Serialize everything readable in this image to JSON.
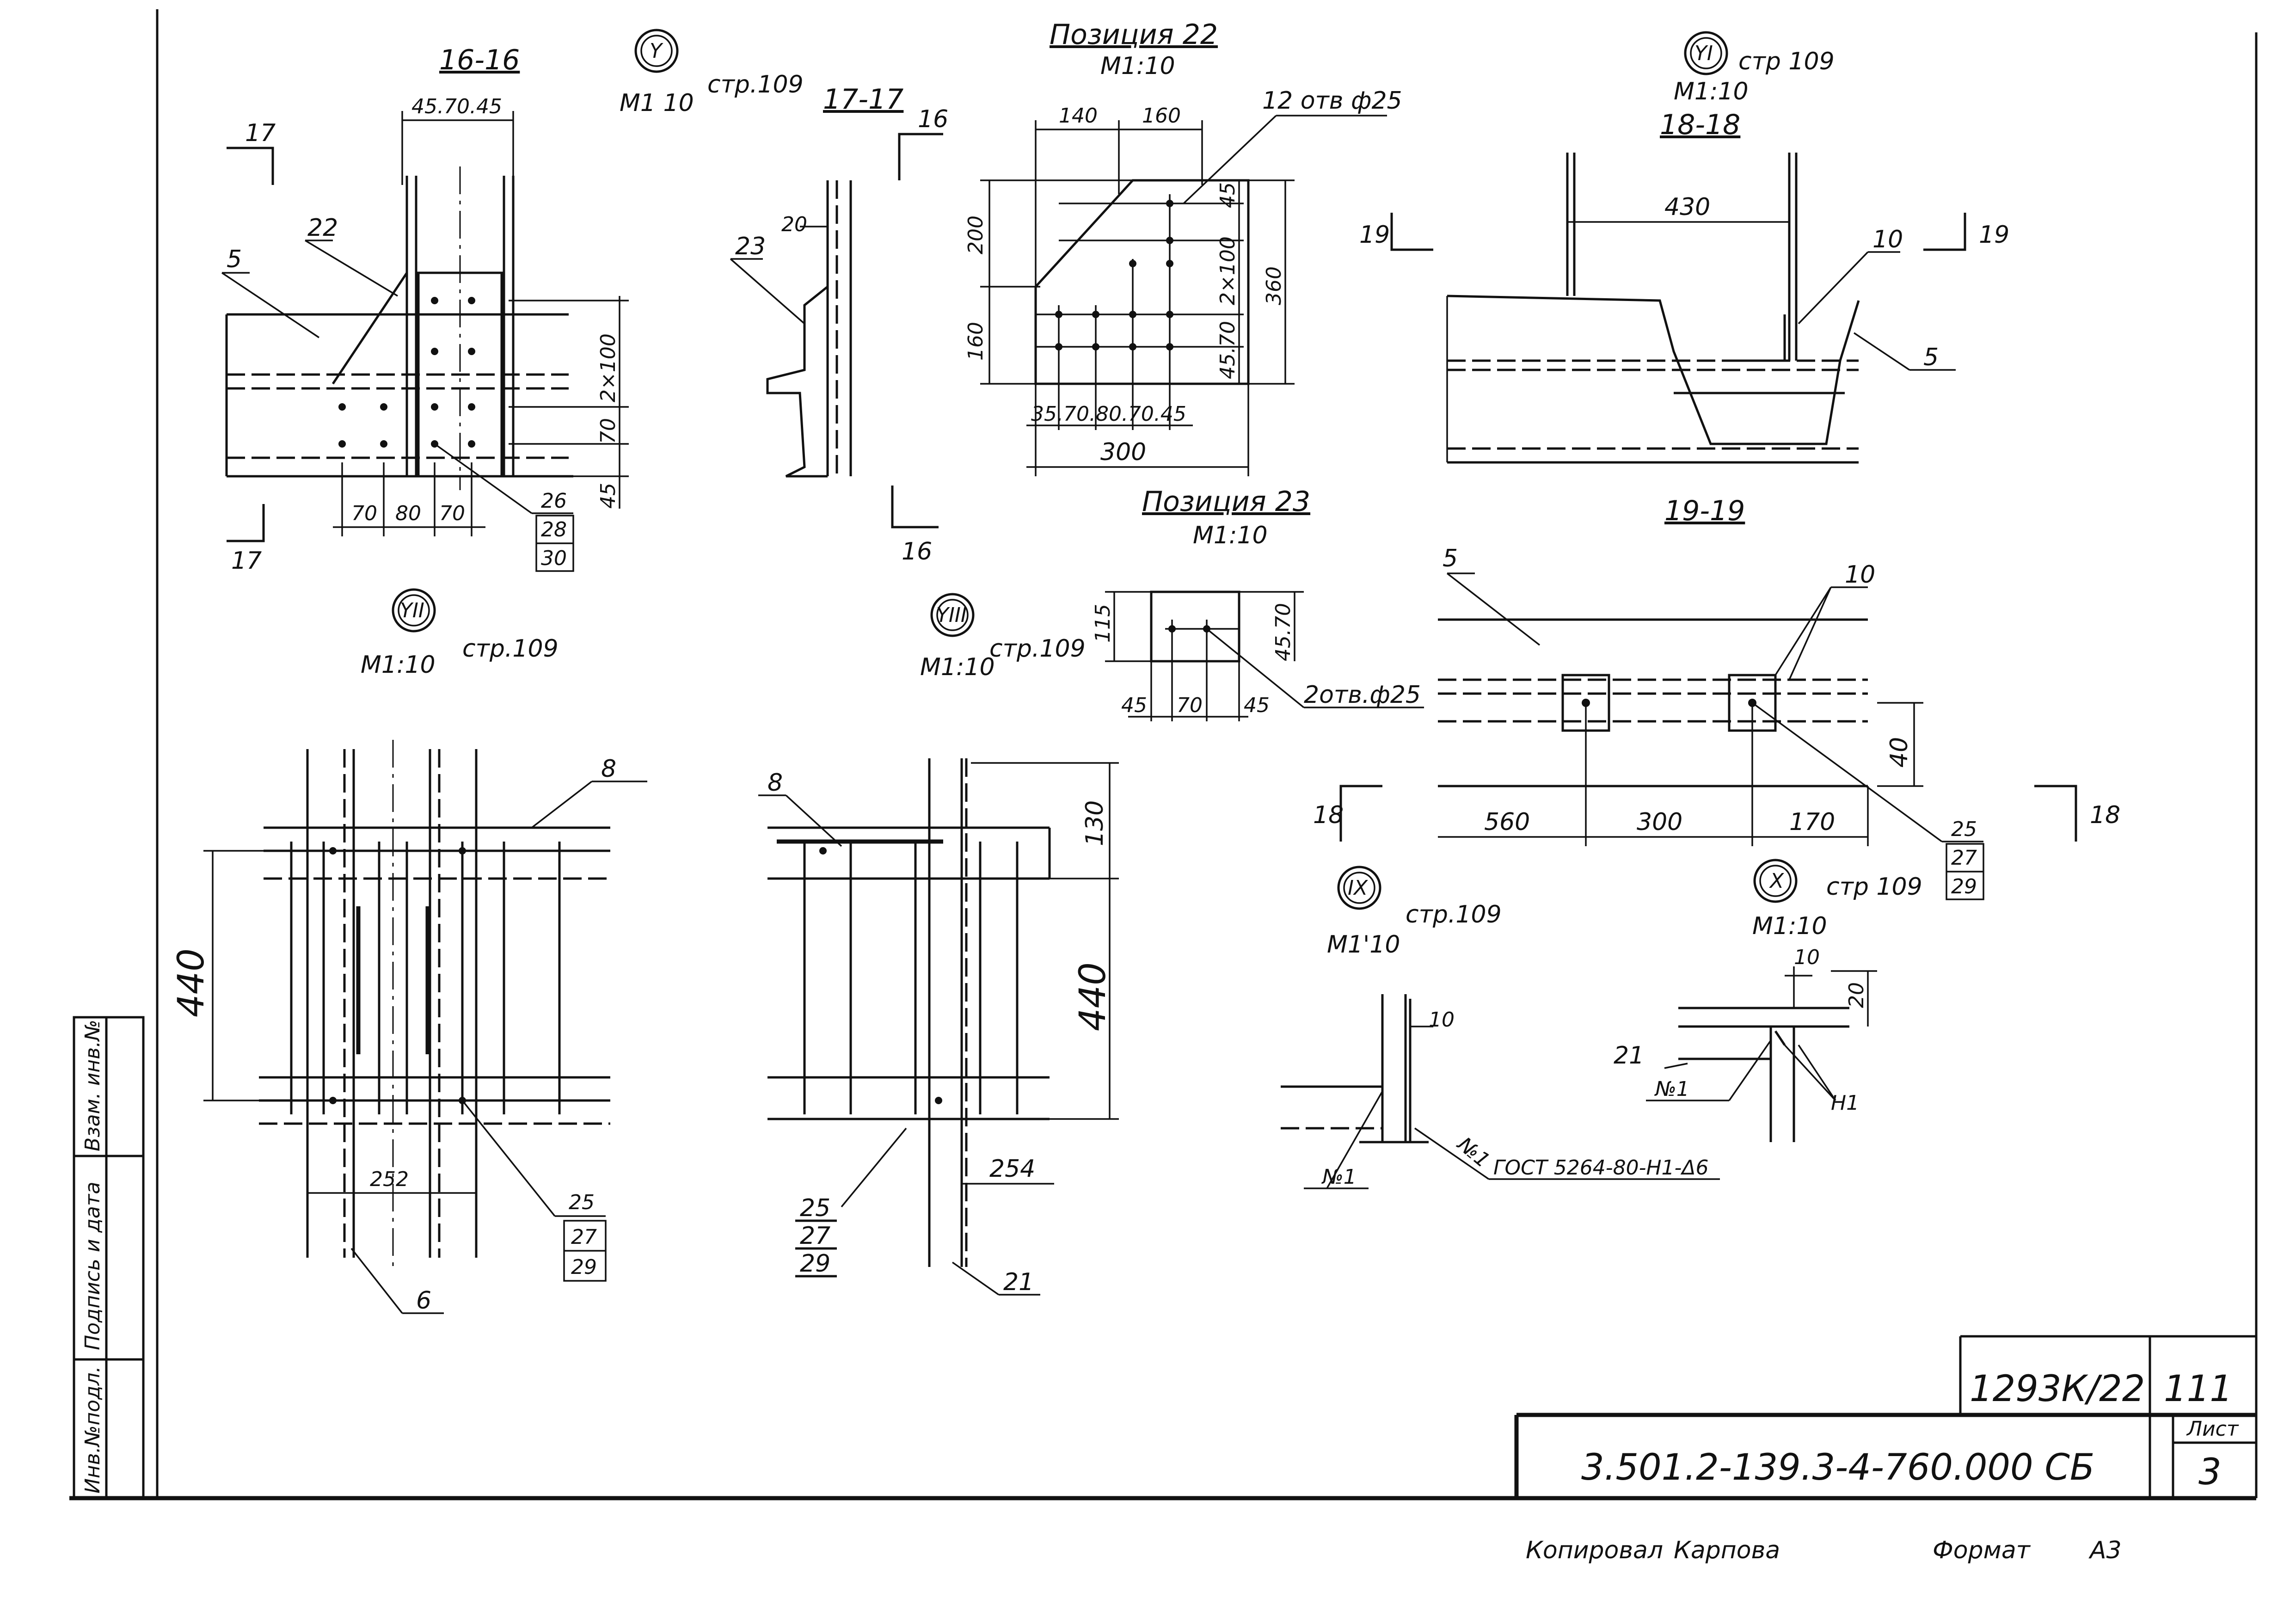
{
  "section_labels": {
    "sec_16": "16-16",
    "sec_17": "17-17",
    "sec_18": "18-18",
    "sec_19": "19-19",
    "pos_22": "Позиция 22",
    "pos_23": "Позиция 23"
  },
  "cut_marks": {
    "c17a": "17",
    "c17b": "17",
    "c16a": "16",
    "c16b": "16",
    "c19a": "19",
    "c19b": "19",
    "c18a": "18",
    "c18b": "18"
  },
  "callouts": {
    "V": {
      "numeral": "Y",
      "ref": "стр.109",
      "scale": "М1 10"
    },
    "VI": {
      "numeral": "YI",
      "ref": "стр 109",
      "scale": "М1:10"
    },
    "VII": {
      "numeral": "YII",
      "ref": "стр.109",
      "scale": "М1:10"
    },
    "VIII": {
      "numeral": "YIII",
      "ref": "стр.109",
      "scale": "М1:10"
    },
    "IX": {
      "numeral": "IX",
      "ref": "стр.109",
      "scale": "М1'10"
    },
    "X": {
      "numeral": "X",
      "ref": "стр 109",
      "scale": "М1:10"
    }
  },
  "scales": {
    "pos_22": "М1:10",
    "pos_23": "М1:10"
  },
  "dimensions": {
    "d16_top": "45.70.45",
    "d16_2x100": "2×100",
    "d16_70": "70",
    "d16_45": "45",
    "d16_b1": "70",
    "d16_b2": "80",
    "d16_b3": "70",
    "d17_20": "20",
    "p22_140": "140",
    "p22_160": "160",
    "p22_holes": "12 отв ф25",
    "p22_200": "200",
    "p22_160v": "160",
    "p22_45": "45",
    "p22_2x100": "2×100",
    "p22_4570": "45.70",
    "p22_360": "360",
    "p22_bottom": "35.70.80.70.45",
    "p22_300": "300",
    "p23_115": "115",
    "p23_4570": "45.70",
    "p23_45a": "45",
    "p23_70": "70",
    "p23_45b": "45",
    "p23_holes": "2отв.ф25",
    "d18_430": "430",
    "d19_40": "40",
    "d19_560": "560",
    "d19_300": "300",
    "d19_170": "170",
    "d7_440": "440",
    "d7_252": "252",
    "d8_130": "130",
    "d8_440": "440",
    "d8_254": "254",
    "dx_10": "10",
    "dx_20": "20",
    "d9_10": "10"
  },
  "parts": {
    "p22": "22",
    "p5a": "5",
    "p23": "23",
    "p10a": "10",
    "p5b": "5",
    "p5c": "5",
    "p10b": "10",
    "p8a": "8",
    "p8b": "8",
    "p6": "6",
    "p21a": "21",
    "p21b": "21",
    "n1a": "№1",
    "n1b": "№1",
    "n1c": "Н1",
    "n1d": "№1"
  },
  "stacks": {
    "s16": [
      "26",
      "28",
      "30"
    ],
    "s19": [
      "25",
      "27",
      "29"
    ],
    "sVII": [
      "25",
      "27",
      "29"
    ],
    "sVIII": [
      "25",
      "27",
      "29"
    ]
  },
  "weld_note": "ГОСТ 5264-80-Н1-Δ6",
  "side_stamp": {
    "inv_orig": "Инв.№подл.",
    "sign_date": "Подпись и дата",
    "vzam": "Взам. инв.№"
  },
  "title_block": {
    "order_no": "1293К/22",
    "page_no": "111",
    "doc_code": "3.501.2-139.3-4-760.000 СБ",
    "sheet_label": "Лист",
    "sheet_no": "3"
  },
  "footer": {
    "copied": "Копировал",
    "copier": "Карпова",
    "format_label": "Формат",
    "format_value": "А3"
  }
}
